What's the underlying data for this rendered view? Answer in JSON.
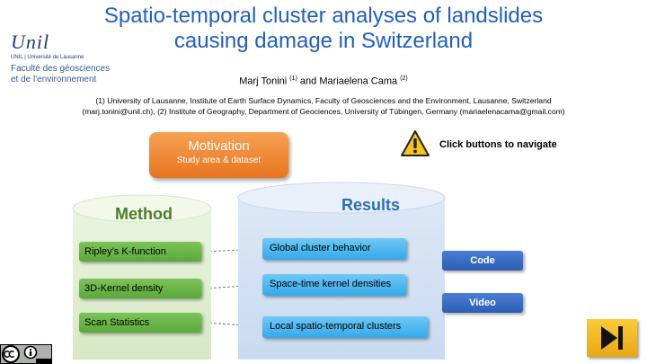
{
  "header": {
    "title_line1": "Spatio-temporal cluster analyses of landslides",
    "title_line2": "causing damage in Switzerland"
  },
  "logo": {
    "wordmark": "Unil",
    "university": "UNIL | Université de Lausanne",
    "faculty_line1": "Faculté des géosciences",
    "faculty_line2": "et de l'environnement"
  },
  "authors": {
    "author1": "Marj Tonini",
    "author1_sup": "(1)",
    "connector": " and ",
    "author2": "Mariaelena Cama",
    "author2_sup": "(2)"
  },
  "affiliations": {
    "line1": "(1) University of Lausanne, Institute of Earth Surface Dynamics, Faculty of Geosciences and the Environment, Lausanne, Switzerland",
    "line2": "(marj.tonini@unil.ch), (2) Institute of Geography, Department of Geociences, University of Tübingen, Germany (mariaelenacama@gmail.com)"
  },
  "motivation": {
    "title": "Motivation",
    "subtitle": "Study area & dataset"
  },
  "navigation_hint": "Click buttons to navigate",
  "method": {
    "label": "Method",
    "items": [
      "Ripley’s K-function",
      "3D-Kernel density",
      "Scan Statistics"
    ]
  },
  "results": {
    "label": "Results",
    "items": [
      "Global cluster behavior",
      "Space-time kernel densities",
      "Local spatio-temporal clusters"
    ]
  },
  "media_buttons": {
    "code": "Code",
    "video": "Video"
  },
  "colors": {
    "title_blue": "#1f5fbf",
    "motivation_orange": "#ee8a33",
    "method_green": "#6ab64a",
    "results_blue": "#3fb0ee",
    "media_blue": "#2f64b9",
    "next_yellow": "#f2b824"
  },
  "icons": {
    "warning": "warning-icon",
    "next": "next-slide-icon",
    "license": "cc-by-icon"
  }
}
